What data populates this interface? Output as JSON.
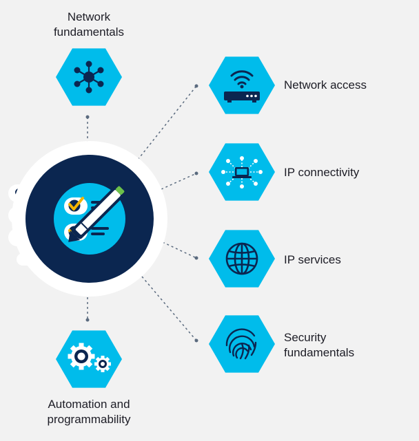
{
  "colors": {
    "background": "#f2f2f2",
    "hex_fill": "#00bceb",
    "navy": "#0b2650",
    "white": "#ffffff",
    "connector": "#5a6a7e",
    "check_yellow": "#f4b400",
    "pen_tip_green": "#6cc04a",
    "text": "#1d1d26"
  },
  "hub": {
    "icon": "checklist-pencil-icon"
  },
  "topics": [
    {
      "id": "network-fundamentals",
      "label": "Network\nfundamentals",
      "icon": "network-nodes-icon"
    },
    {
      "id": "network-access",
      "label": "Network access",
      "icon": "wifi-router-icon"
    },
    {
      "id": "ip-connectivity",
      "label": "IP connectivity",
      "icon": "laptop-network-icon"
    },
    {
      "id": "ip-services",
      "label": "IP services",
      "icon": "globe-icon"
    },
    {
      "id": "security-fundamentals",
      "label": "Security\nfundamentals",
      "icon": "fingerprint-icon"
    },
    {
      "id": "automation-programmability",
      "label": "Automation and\nprogrammability",
      "icon": "gears-icon"
    }
  ]
}
